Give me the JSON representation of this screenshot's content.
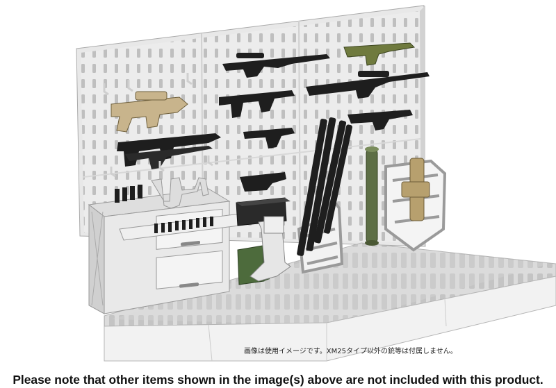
{
  "image": {
    "subject": "pegboard weapon display rack with workbench, drawers and gun stands",
    "colors": {
      "background": "#ffffff",
      "rack": "#e9e9e9",
      "rack_shadow": "#cfcfcf",
      "gun_black": "#1e1e1e",
      "gun_tan": "#c8b48c",
      "gun_olive": "#6f7a3e",
      "launcher_green": "#5d6e45"
    }
  },
  "captions": {
    "jp_note": "画像は使用イメージです。XM25タイプ以外の銃等は付属しません。",
    "en_notice": "Please note that other items shown in the image(s) above are not included with this product."
  }
}
